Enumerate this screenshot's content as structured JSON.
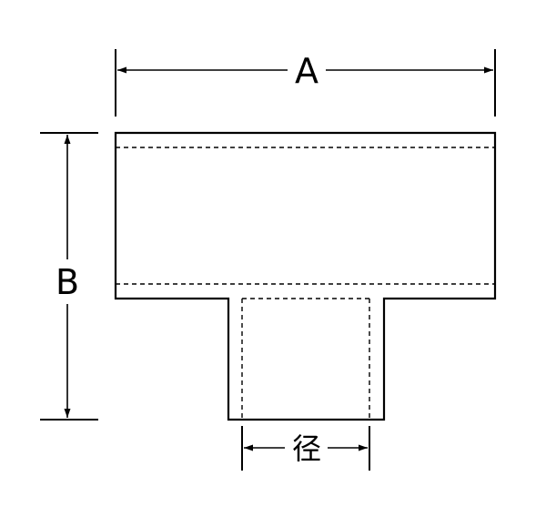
{
  "labels": {
    "width": "A",
    "height": "B",
    "diameter": "径"
  },
  "colors": {
    "stroke": "#000000",
    "background": "#ffffff"
  }
}
